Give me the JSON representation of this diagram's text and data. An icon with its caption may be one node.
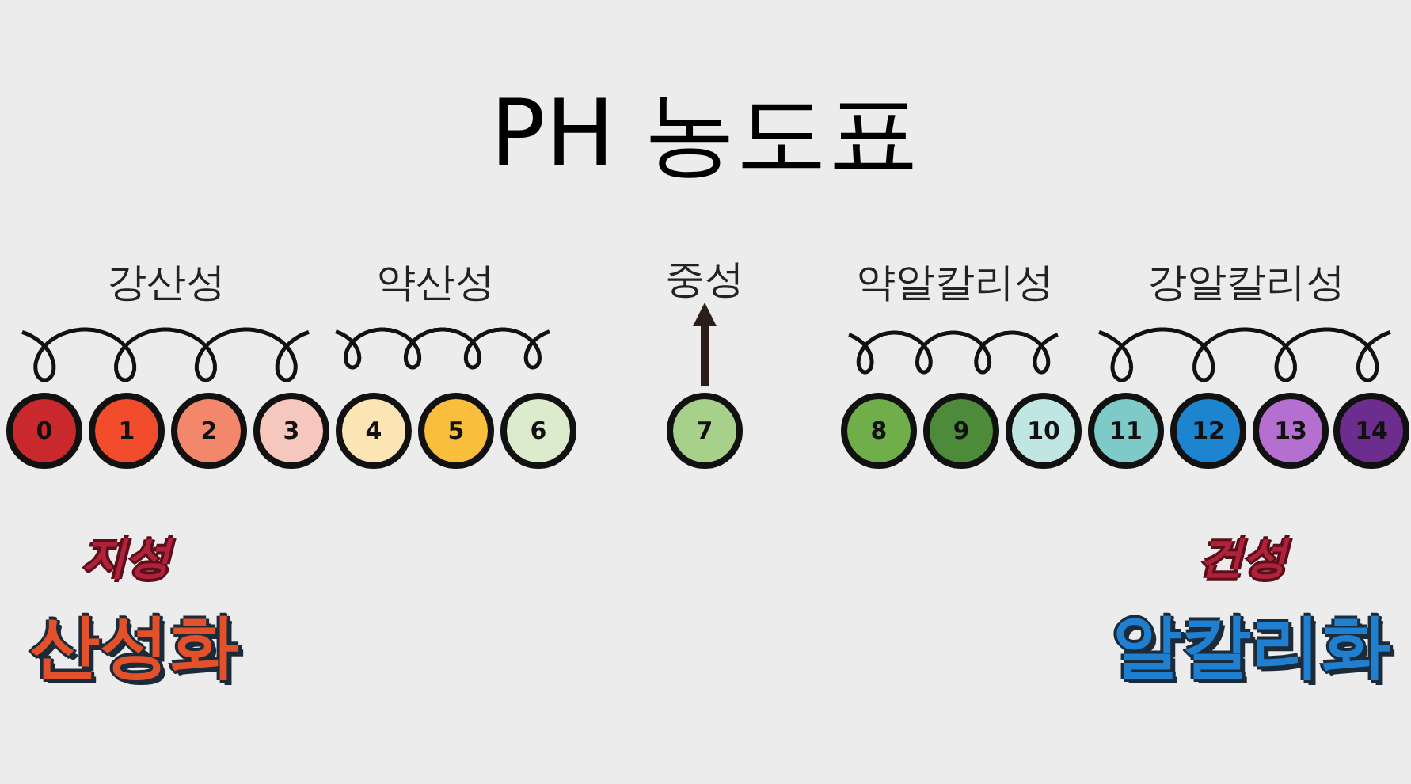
{
  "diagram": {
    "title": "PH 농도표",
    "nodes": [
      {
        "text": [
          "중성"
        ]
      },
      {
        "text": [
          "0"
        ]
      },
      {
        "text": [
          "1"
        ]
      },
      {
        "text": [
          "2"
        ]
      },
      {
        "text": [
          "3"
        ]
      },
      {
        "text": [
          "4"
        ]
      },
      {
        "text": [
          "5"
        ]
      },
      {
        "text": [
          "6"
        ]
      },
      {
        "text": [
          "7"
        ]
      },
      {
        "text": [
          "8"
        ]
      },
      {
        "text": [
          "9"
        ]
      },
      {
        "text": [
          "10"
        ]
      },
      {
        "text": [
          "11"
        ]
      },
      {
        "text": [
          "12"
        ]
      },
      {
        "text": [
          "13"
        ]
      },
      {
        "text": [
          "14"
        ]
      }
    ],
    "edges": [
      {
        "from": 8,
        "to": 0,
        "arrow": "to"
      }
    ],
    "labels": [
      "강산성",
      "약산성",
      "약알칼리성",
      "강알칼리성",
      "지성",
      "산성화",
      "건성",
      "알칼리화"
    ]
  }
}
